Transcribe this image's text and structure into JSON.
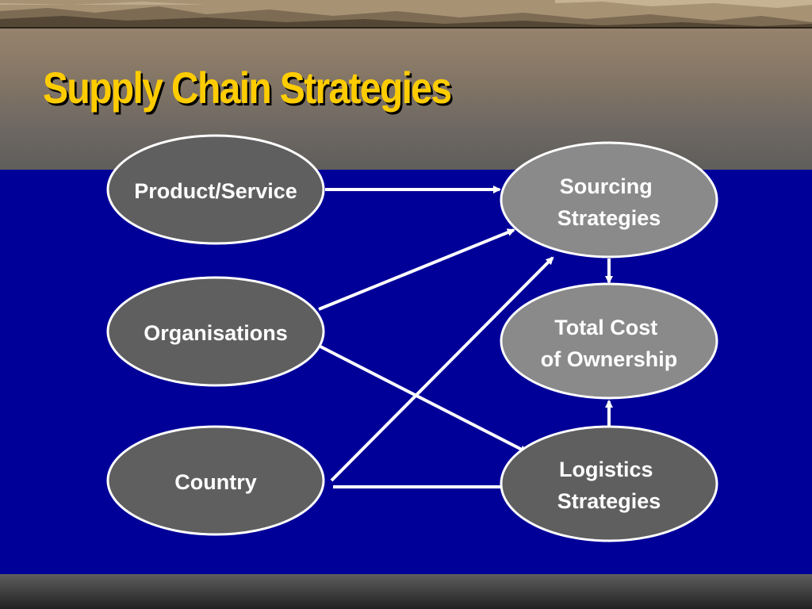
{
  "slide": {
    "title": "Supply Chain Strategies"
  },
  "colors": {
    "title": "#ffcc00",
    "background": "#000099",
    "node_fill_dark": "#5f5f5f",
    "node_fill_light": "#8a8a8a",
    "arrow": "#ffffff"
  },
  "nodes": {
    "product_service": {
      "lines": [
        "Product/Service"
      ]
    },
    "organisations": {
      "lines": [
        "Organisations"
      ]
    },
    "country": {
      "lines": [
        "Country"
      ]
    },
    "sourcing": {
      "lines": [
        "Sourcing",
        "Strategies"
      ]
    },
    "tco": {
      "lines": [
        "Total Cost",
        "of Ownership"
      ]
    },
    "logistics": {
      "lines": [
        "Logistics",
        "Strategies"
      ]
    }
  }
}
